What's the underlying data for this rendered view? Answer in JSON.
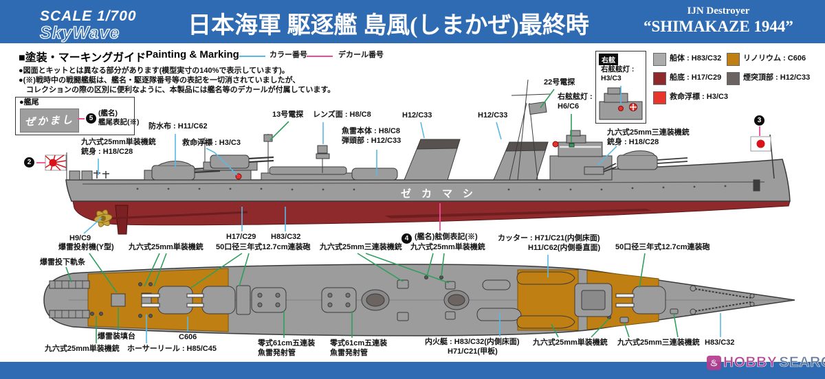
{
  "header": {
    "scale": "SCALE 1/700",
    "brand": "SkyWave",
    "title": "日本海軍 駆逐艦 島風(しまかぜ)最終時",
    "subtitle_en1": "IJN Destroyer",
    "subtitle_en2": "“SHIMAKAZE 1944”"
  },
  "guide": {
    "heading_jp": "■塗装・マーキングガイド",
    "heading_en": "Painting & Marking",
    "color_line_label": "カラー番号",
    "decal_line_label": "デカール番号",
    "notes": [
      "●図面とキットとは異なる部分があります(模型実寸の140%で表示しています)。",
      "●(※)戦時中の戦闘艦艇は、艦名・駆逐隊番号等の表記を一切消されていましたが、",
      "　コレクションの際の区別に便利なように、本製品には艦名等のデカールが付属しています。"
    ]
  },
  "color_legend": [
    {
      "label": "船体 : H83/C32",
      "color": "#ababab"
    },
    {
      "label": "リノリウム : C606",
      "color": "#c07f12"
    },
    {
      "label": "船底 : H17/C29",
      "color": "#8e2a2b"
    },
    {
      "label": "煙突頂部 : H12/C33",
      "color": "#6b6360"
    },
    {
      "label": "救命浮標 : H3/C3",
      "color": "#e8352c"
    }
  ],
  "starboard_box": {
    "title": "右舷",
    "light_label": "右舷舷灯 :\nH3/C3"
  },
  "stern_box": {
    "title": "●艦尾",
    "decal_name": "ぜかまし",
    "number": "5",
    "caption": "(艦名)\n艦尾表記(※)"
  },
  "markers": {
    "stern_ensign": "2",
    "bow_flag": "3",
    "hull_decal": "4"
  },
  "hull_name": "ゼカマシ",
  "callouts": {
    "gun25_single_aft": "九六式25mm単装機銃\n銃身 : H18/C28",
    "waterproof": "防水布 : H11/C62",
    "lifebuoy_side": "救命浮標 : H3/C3",
    "radar13": "13号電探",
    "lens": "レンズ面 : H8/C8",
    "torpedo_body": "魚雷本体 : H8/C8\n弾頭部 : H12/C33",
    "funnel1_top": "H12/C33",
    "funnel2_top": "H12/C33",
    "radar22": "22号電探",
    "sidelight": "右舷舷灯 :\nH6/C6",
    "gun25_triple_side": "九六式25mm三連装機銃\n銃身 : H18/C28",
    "propeller": "H9/C9",
    "bottom_color": "H17/C29",
    "hull_color": "H83/C32",
    "hull_decal": "(艦名)舷側表記(※)",
    "dc_rail": "爆雷投下軌条",
    "dc_thrower": "爆雷投射機(Y型)",
    "gun25_single_mid": "九六式25mm単装機銃",
    "main_gun_aft": "50口径三年式12.7cm連装砲",
    "gun25_triple_mid": "九六式25mm三連装機銃",
    "gun25_single_fwd": "九六式25mm単装機銃",
    "cutter": "カッター : H71/C21(内側床面)\n　　　　H11/C62(内側垂直面)",
    "main_gun_fwd": "50口径三年式12.7cm連装砲",
    "dc_loader": "爆雷装填台",
    "gun25_single_stern": "九六式25mm単装機銃",
    "hawser": "ホーサーリール : H85/C45",
    "linoleum_color": "C606",
    "torpedo_tubes_1": "零式61cm五連装\n魚雷発射管",
    "torpedo_tubes_2": "零式61cm五連装\n魚雷発射管",
    "motorboat": "内火艇 : H83/C32(内側床面)\n　　　H71/C21(甲板)",
    "gun25_single_bow": "九六式25mm単装機銃",
    "gun25_triple_bow": "九六式25mm三連装機銃",
    "hull_color_bow": "H83/C32"
  },
  "watermark": {
    "word1": "HOBBY",
    "word2": "SEARCH"
  }
}
